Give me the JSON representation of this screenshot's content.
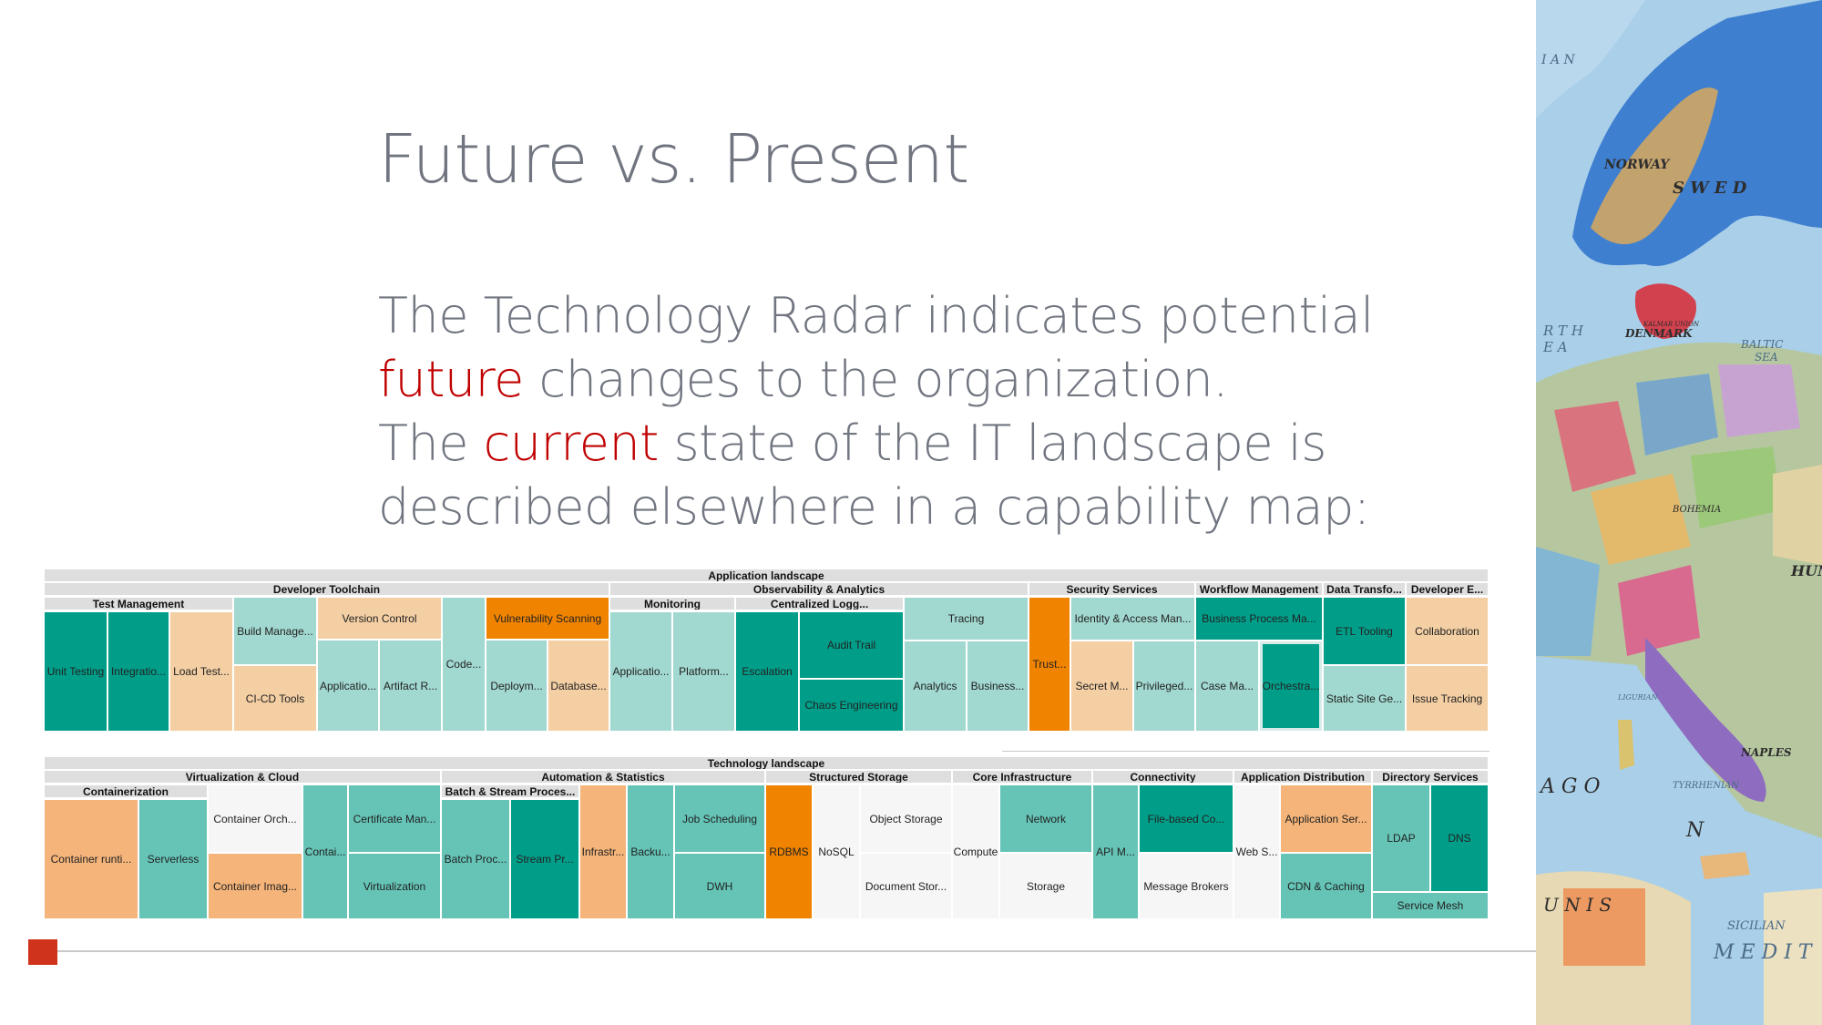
{
  "slide": {
    "title": "Future vs. Present",
    "body": {
      "line1": "The Technology Radar indicates potential",
      "line2_hl": "future",
      "line2_rest": " changes to the organization.",
      "line3_pre": "The ",
      "line3_hl": "current",
      "line3_rest": " state of the IT landscape is",
      "line4": "described elsewhere in a capability map:"
    },
    "accent_color": "#c00000",
    "bullet_color": "#d0331b"
  },
  "map_labels": {
    "norway": "NORWAY",
    "sweden": "S W E D",
    "denmark": "DENMARK",
    "north_sea": "R T H",
    "north_sea2": "E A",
    "baltic": "BALTIC",
    "baltic2": "SEA",
    "ian": "I A N",
    "ago": "A G O",
    "naples": "NAPLES",
    "sicilian": "SICILIAN",
    "medit": "M E D I T",
    "unis": "U N I S",
    "tyrrhenian": "TYRRHENIAN",
    "hungary": "HUN",
    "bohemia": "BOHEMIA",
    "ligurian": "LIGURIAN",
    "n_letter": "N",
    "kalmar": "KALMAR UNION"
  },
  "app_landscape": {
    "title": "Application landscape",
    "groups": {
      "dev_toolchain": "Developer Toolchain",
      "observability": "Observability & Analytics",
      "security": "Security Services",
      "workflow": "Workflow Management",
      "data_transfo": "Data Transfo...",
      "dev_e": "Developer E..."
    },
    "subgroups": {
      "test_mgmt": "Test Management",
      "monitoring": "Monitoring",
      "central_logg": "Centralized Logg..."
    },
    "tiles": {
      "unit_testing": "Unit Testing",
      "integratio": "Integratio...",
      "load_test": "Load Test...",
      "build_manage": "Build Manage...",
      "ci_cd": "CI-CD Tools",
      "version_control": "Version Control",
      "applicatio1": "Applicatio...",
      "artifact": "Artifact R...",
      "code": "Code...",
      "vuln_scan": "Vulnerability Scanning",
      "deploym": "Deploym...",
      "database": "Database...",
      "applicatio2": "Applicatio...",
      "platform": "Platform...",
      "escalation": "Escalation",
      "audit_trail": "Audit Trail",
      "chaos_eng": "Chaos Engineering",
      "tracing": "Tracing",
      "analytics": "Analytics",
      "business": "Business...",
      "trust": "Trust...",
      "iam": "Identity & Access Man...",
      "secret": "Secret M...",
      "privileged": "Privileged...",
      "bpm": "Business Process Ma...",
      "case_ma": "Case Ma...",
      "orchestra": "Orchestra...",
      "etl": "ETL Tooling",
      "static_site": "Static Site Ge...",
      "collaboration": "Collaboration",
      "issue_tracking": "Issue Tracking"
    }
  },
  "tech_landscape": {
    "title": "Technology landscape",
    "groups": {
      "virt_cloud": "Virtualization & Cloud",
      "automation": "Automation & Statistics",
      "structured": "Structured Storage",
      "core_infra": "Core Infrastructure",
      "connectivity": "Connectivity",
      "app_dist": "Application Distribution",
      "directory": "Directory Services"
    },
    "subgroups": {
      "containerization": "Containerization",
      "batch_stream": "Batch & Stream Proces..."
    },
    "tiles": {
      "container_runtime": "Container runti...",
      "serverless": "Serverless",
      "container_orch": "Container Orch...",
      "container_imag": "Container Imag...",
      "contai": "Contai...",
      "cert_man": "Certificate Man...",
      "virtualization": "Virtualization",
      "batch_proc": "Batch Proc...",
      "stream_pr": "Stream Pr...",
      "infrastr": "Infrastr...",
      "backu": "Backu...",
      "job_sched": "Job Scheduling",
      "dwh": "DWH",
      "rdbms": "RDBMS",
      "nosql": "NoSQL",
      "object_storage": "Object Storage",
      "document_stor": "Document Stor...",
      "compute": "Compute",
      "network": "Network",
      "storage": "Storage",
      "api_m": "API M...",
      "file_based": "File-based Co...",
      "message_brokers": "Message Brokers",
      "web_s": "Web S...",
      "app_ser": "Application Ser...",
      "cdn": "CDN & Caching",
      "ldap": "LDAP",
      "dns": "DNS",
      "service_mesh": "Service Mesh"
    }
  }
}
